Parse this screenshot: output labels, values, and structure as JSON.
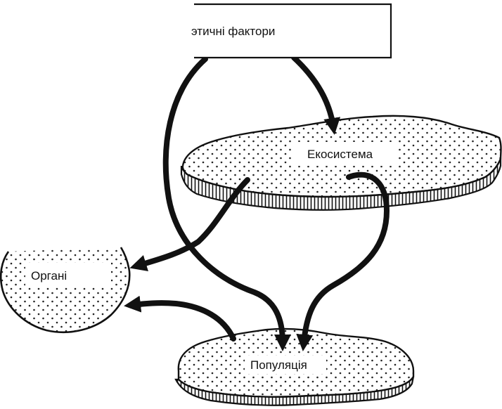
{
  "diagram": {
    "factors_box": {
      "label": "этичні фактори"
    },
    "ecosystem": {
      "label": "Екосистема"
    },
    "organism": {
      "label": "Органі"
    },
    "population": {
      "label": "Популяція"
    }
  },
  "colors": {
    "ink": "#111111",
    "paper": "#ffffff"
  }
}
